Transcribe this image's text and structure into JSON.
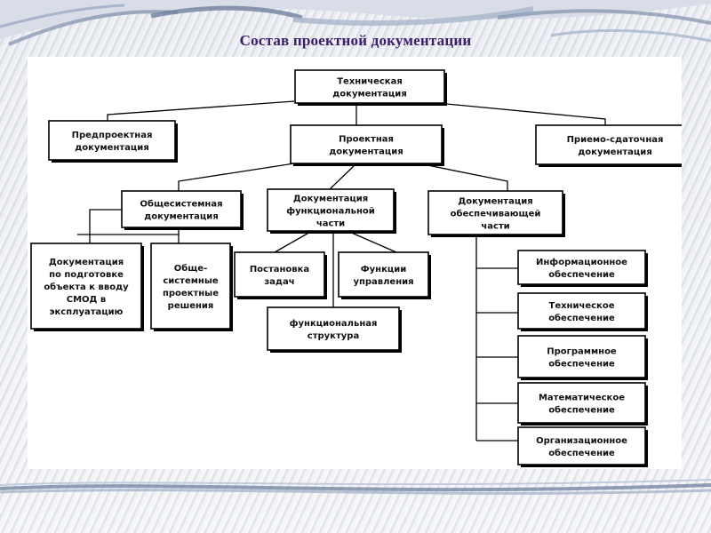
{
  "title": "Состав проектной документации",
  "nodes": {
    "tech_doc": {
      "lines": [
        "Техническая",
        "документация"
      ]
    },
    "preproject": {
      "lines": [
        "Предпроектная",
        "документация"
      ]
    },
    "project": {
      "lines": [
        "Проектная",
        "документация"
      ]
    },
    "acceptance": {
      "lines": [
        "Приемо-сдаточная",
        "документация"
      ]
    },
    "system_wide": {
      "lines": [
        "Общесистемная",
        "документация"
      ]
    },
    "functional_part": {
      "lines": [
        "Документация",
        "функциональной",
        "части"
      ]
    },
    "support_part": {
      "lines": [
        "Документация",
        "обеспечивающей",
        "части"
      ]
    },
    "commissioning": {
      "lines": [
        "Документация",
        "по подготовке",
        "объекта к вводу",
        "СМОД в",
        "эксплуатацию"
      ]
    },
    "system_solutions": {
      "lines": [
        "Обще-",
        "системные",
        "проектные",
        "решения"
      ]
    },
    "task_setting": {
      "lines": [
        "Постановка",
        "задач"
      ]
    },
    "control_functions": {
      "lines": [
        "Функции",
        "управления"
      ]
    },
    "functional_structure": {
      "lines": [
        "функциональная",
        "структура"
      ]
    },
    "info_support": {
      "lines": [
        "Информационное",
        "обеспечение"
      ]
    },
    "tech_support": {
      "lines": [
        "Техническое",
        "обеспечение"
      ]
    },
    "software_support": {
      "lines": [
        "Программное",
        "обеспечение"
      ]
    },
    "math_support": {
      "lines": [
        "Математическое",
        "обеспечение"
      ]
    },
    "org_support": {
      "lines": [
        "Организационное",
        "обеспечение"
      ]
    }
  },
  "colors": {
    "title": "#3a1e6a",
    "swoosh_dark": "#6f7f9e",
    "swoosh_light": "#a9b5cc"
  }
}
